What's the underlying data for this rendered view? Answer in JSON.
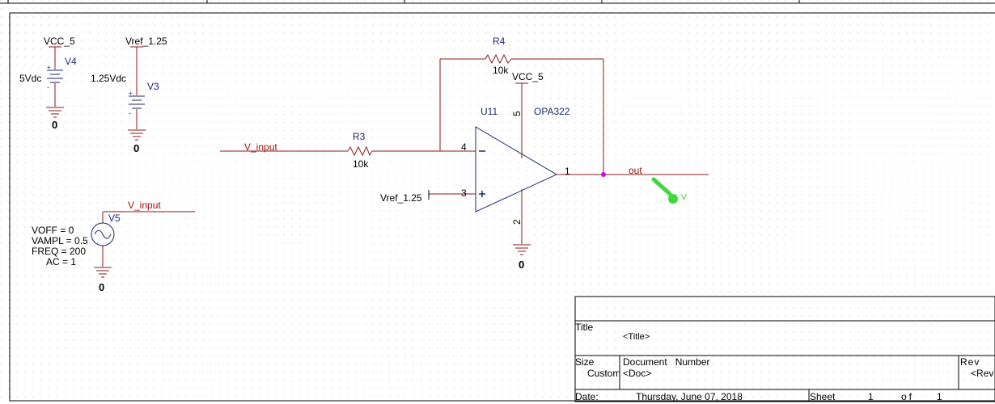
{
  "sources": {
    "v4": {
      "net": "VCC_5",
      "ref": "V4",
      "value": "5Vdc",
      "ground": "0"
    },
    "v3": {
      "net": "Vref_1.25",
      "ref": "V3",
      "value": "1.25Vdc",
      "ground": "0"
    },
    "v5": {
      "net": "V_input",
      "ref": "V5",
      "params": [
        "VOFF = 0",
        "VAMPL = 0.5",
        "FREQ = 200",
        "AC = 1"
      ],
      "ground": "0"
    }
  },
  "resistors": {
    "r4": {
      "ref": "R4",
      "value": "10k"
    },
    "r3": {
      "ref": "R3",
      "value": "10k"
    }
  },
  "opamp": {
    "ref": "U11",
    "part": "OPA322",
    "supply_net": "VCC_5",
    "pin_vcc": "5",
    "pin_inv": "4",
    "pin_noninv": "3",
    "pin_gnd": "2",
    "pin_out": "1",
    "ground": "0"
  },
  "nets": {
    "input_net": "V_input",
    "vref_net": "Vref_1.25",
    "out_net": "out",
    "probe": "V"
  },
  "title_block": {
    "title_label": "Title",
    "title_value": "<Title>",
    "size_label": "Size",
    "size_value": "Custom",
    "docnum_label": "Document   Number",
    "docnum_value": "<Doc>",
    "rev_label": "Rev",
    "rev_value": "<Rev",
    "date_label": "Date:",
    "date_value": "Thursday, June 07, 2018",
    "sheet_label": "Sheet",
    "sheet_num": "1",
    "sheet_of": "of",
    "sheet_total": "1"
  },
  "colors": {
    "wire": "#8b1a1a",
    "text": "#1a2a6c",
    "probe": "#3cd83c",
    "junction": "#e000e0"
  }
}
